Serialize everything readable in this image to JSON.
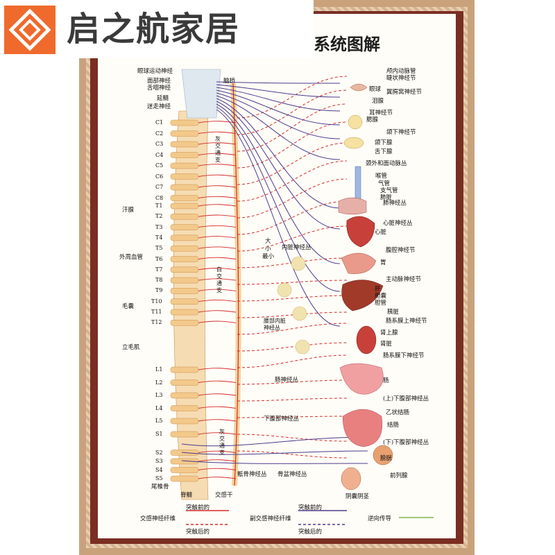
{
  "brand": {
    "name": "启之航家居"
  },
  "poster": {
    "title_visible": "系统图解"
  },
  "labels": {
    "left_top": [
      "眼球运动神经",
      "面部神经",
      "舌咽神经",
      "延髓",
      "迷走神经"
    ],
    "naoqiao": "脑桥",
    "hanxian": "汗腺",
    "waizhou": "外周血管",
    "maonang": "毛囊",
    "limaoji": "立毛肌",
    "jisui": "脊髓",
    "jiaogan": "交感干",
    "weizhuigu": "尾椎骨",
    "huijiao_shang": "灰交通支",
    "baijiao": "白交通支",
    "huijiao_xia": "灰交通支",
    "da": "大",
    "xiao": "小",
    "zuixiao": "最小",
    "neizang": "内脏神经丛",
    "yaobu": "腰部内脏神经丛",
    "changshenjing": "肠神经丛",
    "xiafubu": "下腹部神经丛",
    "diguconghan": "骶骨神经丛",
    "penqiang": "骨盆神经丛",
    "right": [
      "颅内动脉管",
      "睫状神经节",
      "眼球",
      "翼腭窝神经节",
      "泪腺",
      "耳神经节",
      "腮腺",
      "颌下神经节",
      "颌下腺",
      "舌下腺",
      "颈外和面动脉丛",
      "喉管",
      "气管",
      "支气管",
      "肺脏",
      "肺神经丛",
      "心脏神经丛",
      "心脏",
      "腹腔神经节",
      "胃",
      "主动脉神经节",
      "肝",
      "胆囊",
      "胆管",
      "胰脏",
      "肠系膜上神经节",
      "肾上腺",
      "肾脏",
      "肠系膜下神经节",
      "肠",
      "(上)下腹部神经丛",
      "乙状结肠",
      "结肠",
      "(下)下腹部神经丛",
      "膀胱",
      "前列腺",
      "阴囊阴茎"
    ]
  },
  "segments": {
    "cervical": [
      "C1",
      "C2",
      "C3",
      "C4",
      "C5",
      "C6",
      "C7",
      "C8"
    ],
    "thoracic": [
      "T1",
      "T2",
      "T3",
      "T4",
      "T5",
      "T6",
      "T7",
      "T8",
      "T9",
      "T10",
      "T11",
      "T12"
    ],
    "lumbar": [
      "L1",
      "L2",
      "L3",
      "L4",
      "L5"
    ],
    "sacral": [
      "S1",
      "S2",
      "S3",
      "S4",
      "S5"
    ]
  },
  "legend": {
    "symp_title": "交感神经纤维",
    "para_title": "副交感神经纤维",
    "pre": "突触前的",
    "post": "突触后的",
    "afferent": "逆向传导"
  },
  "colors": {
    "sympathetic": "#d42a2a",
    "parasympathetic": "#4a3a8c",
    "afferent": "#7bb54a",
    "frame": "#7a2e22",
    "spine_bone": "#f3c98b"
  }
}
